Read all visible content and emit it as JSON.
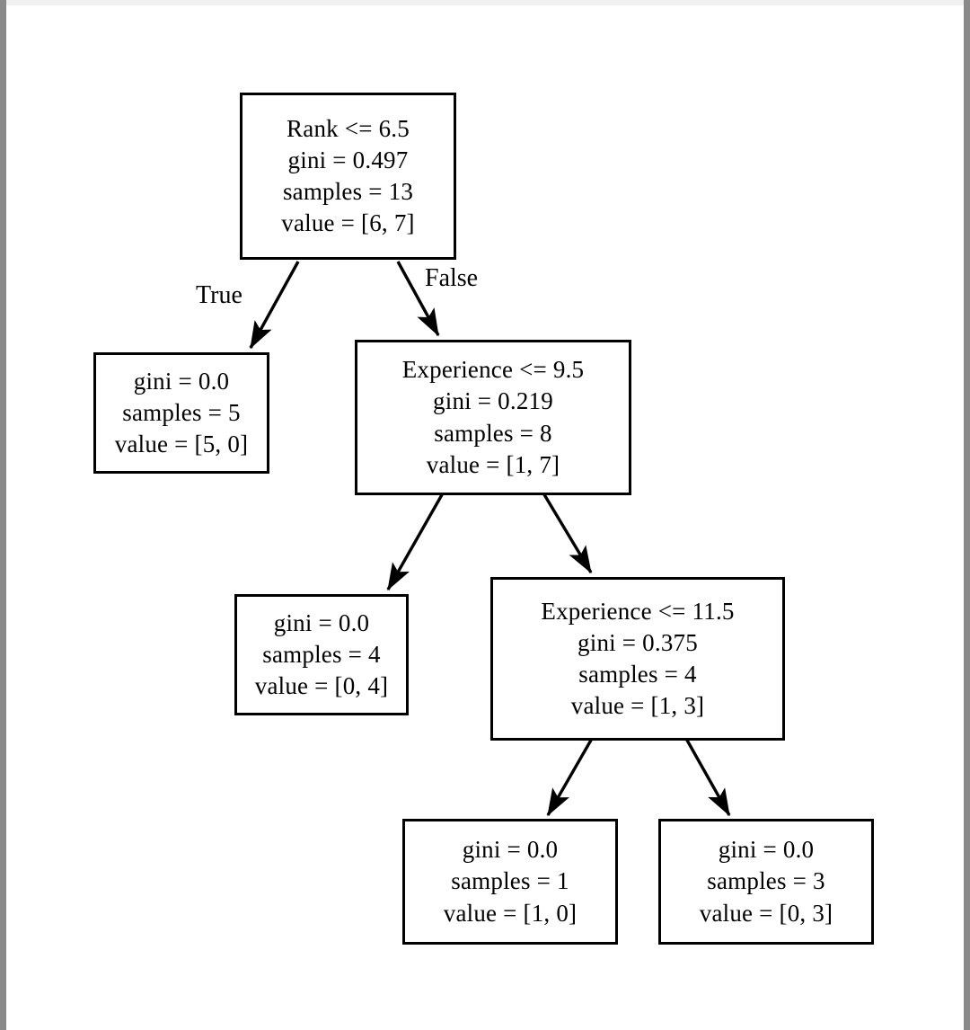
{
  "figure": {
    "kind": "decision-tree-diagram",
    "background_color": "#ffffff",
    "node_border_color": "#000000",
    "text_color": "#000000",
    "edge_color": "#000000"
  },
  "edge_labels": {
    "true_label": "True",
    "false_label": "False"
  },
  "chart_data": {
    "type": "tree",
    "title": "",
    "criterion": "gini",
    "class_count": 2,
    "nodes": [
      {
        "id": "root",
        "depth": 0,
        "is_leaf": false,
        "condition": "Rank <= 6.5",
        "gini": "gini = 0.497",
        "samples": "samples = 13",
        "value": "value = [6, 7]",
        "gini_value": 0.497,
        "samples_value": 13,
        "value_array": [
          6,
          7
        ],
        "feature": "Rank",
        "threshold": 6.5,
        "children": [
          "n1",
          "n2"
        ]
      },
      {
        "id": "n1",
        "depth": 1,
        "is_leaf": true,
        "condition": "",
        "gini": "gini = 0.0",
        "samples": "samples = 5",
        "value": "value = [5, 0]",
        "gini_value": 0.0,
        "samples_value": 5,
        "value_array": [
          5,
          0
        ],
        "parent": "root",
        "branch": "True"
      },
      {
        "id": "n2",
        "depth": 1,
        "is_leaf": false,
        "condition": "Experience <= 9.5",
        "gini": "gini = 0.219",
        "samples": "samples = 8",
        "value": "value = [1, 7]",
        "gini_value": 0.219,
        "samples_value": 8,
        "value_array": [
          1,
          7
        ],
        "feature": "Experience",
        "threshold": 9.5,
        "parent": "root",
        "branch": "False",
        "children": [
          "n3",
          "n4"
        ]
      },
      {
        "id": "n3",
        "depth": 2,
        "is_leaf": true,
        "condition": "",
        "gini": "gini = 0.0",
        "samples": "samples = 4",
        "value": "value = [0, 4]",
        "gini_value": 0.0,
        "samples_value": 4,
        "value_array": [
          0,
          4
        ],
        "parent": "n2",
        "branch": "True"
      },
      {
        "id": "n4",
        "depth": 2,
        "is_leaf": false,
        "condition": "Experience <= 11.5",
        "gini": "gini = 0.375",
        "samples": "samples = 4",
        "value": "value = [1, 3]",
        "gini_value": 0.375,
        "samples_value": 4,
        "value_array": [
          1,
          3
        ],
        "feature": "Experience",
        "threshold": 11.5,
        "parent": "n2",
        "branch": "False",
        "children": [
          "n5",
          "n6"
        ]
      },
      {
        "id": "n5",
        "depth": 3,
        "is_leaf": true,
        "condition": "",
        "gini": "gini = 0.0",
        "samples": "samples = 1",
        "value": "value = [1, 0]",
        "gini_value": 0.0,
        "samples_value": 1,
        "value_array": [
          1,
          0
        ],
        "parent": "n4",
        "branch": "True"
      },
      {
        "id": "n6",
        "depth": 3,
        "is_leaf": true,
        "condition": "",
        "gini": "gini = 0.0",
        "samples": "samples = 3",
        "value": "value = [0, 3]",
        "gini_value": 0.0,
        "samples_value": 3,
        "value_array": [
          0,
          3
        ],
        "parent": "n4",
        "branch": "False"
      }
    ]
  }
}
